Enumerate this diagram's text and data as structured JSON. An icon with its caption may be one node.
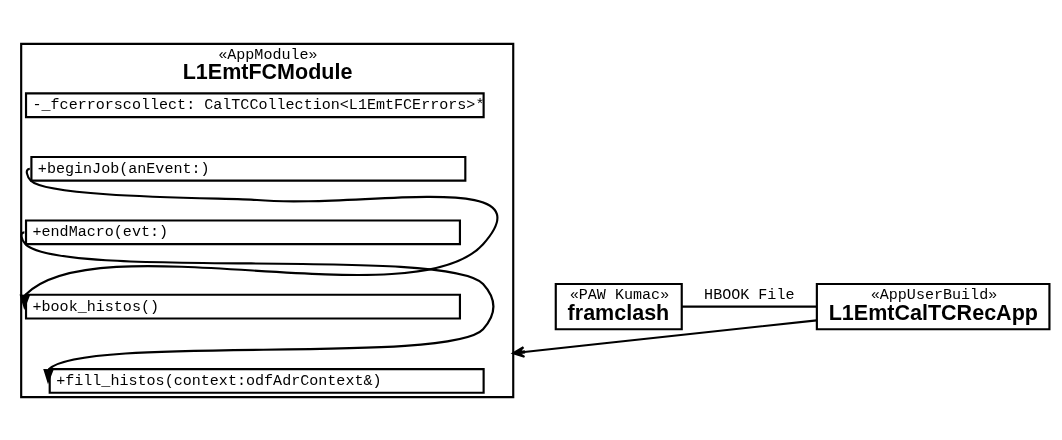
{
  "diagram": {
    "nodes": [
      {
        "text": [
          "«AppModule»",
          "L1EmtFCModule"
        ]
      },
      {
        "text": [
          "-_fcerrorscollect: CalTCCollection<L1EmtFCErrors>*"
        ],
        "in": 0
      },
      {
        "text": [
          "+beginJob(anEvent:)"
        ],
        "in": 0
      },
      {
        "text": [
          "+endMacro(evt:)"
        ],
        "in": 0
      },
      {
        "text": [
          "+book_histos()"
        ],
        "in": 0
      },
      {
        "text": [
          "+fill_histos(context:odfAdrContext&)"
        ],
        "in": 0
      },
      {
        "text": [
          "«PAW Kumac»",
          "framclash"
        ]
      },
      {
        "text": [
          "«AppUserBuild»",
          "L1EmtCalTCRecApp"
        ]
      }
    ],
    "edges": [
      {
        "from": 2,
        "to": 4,
        "arrow": "to"
      },
      {
        "from": 3,
        "to": 5,
        "arrow": "to"
      },
      {
        "from": 7,
        "to": 0,
        "arrow": "to"
      },
      {
        "from": 6,
        "to": 7,
        "arrow": "none",
        "label": "HBOOK File"
      }
    ]
  }
}
